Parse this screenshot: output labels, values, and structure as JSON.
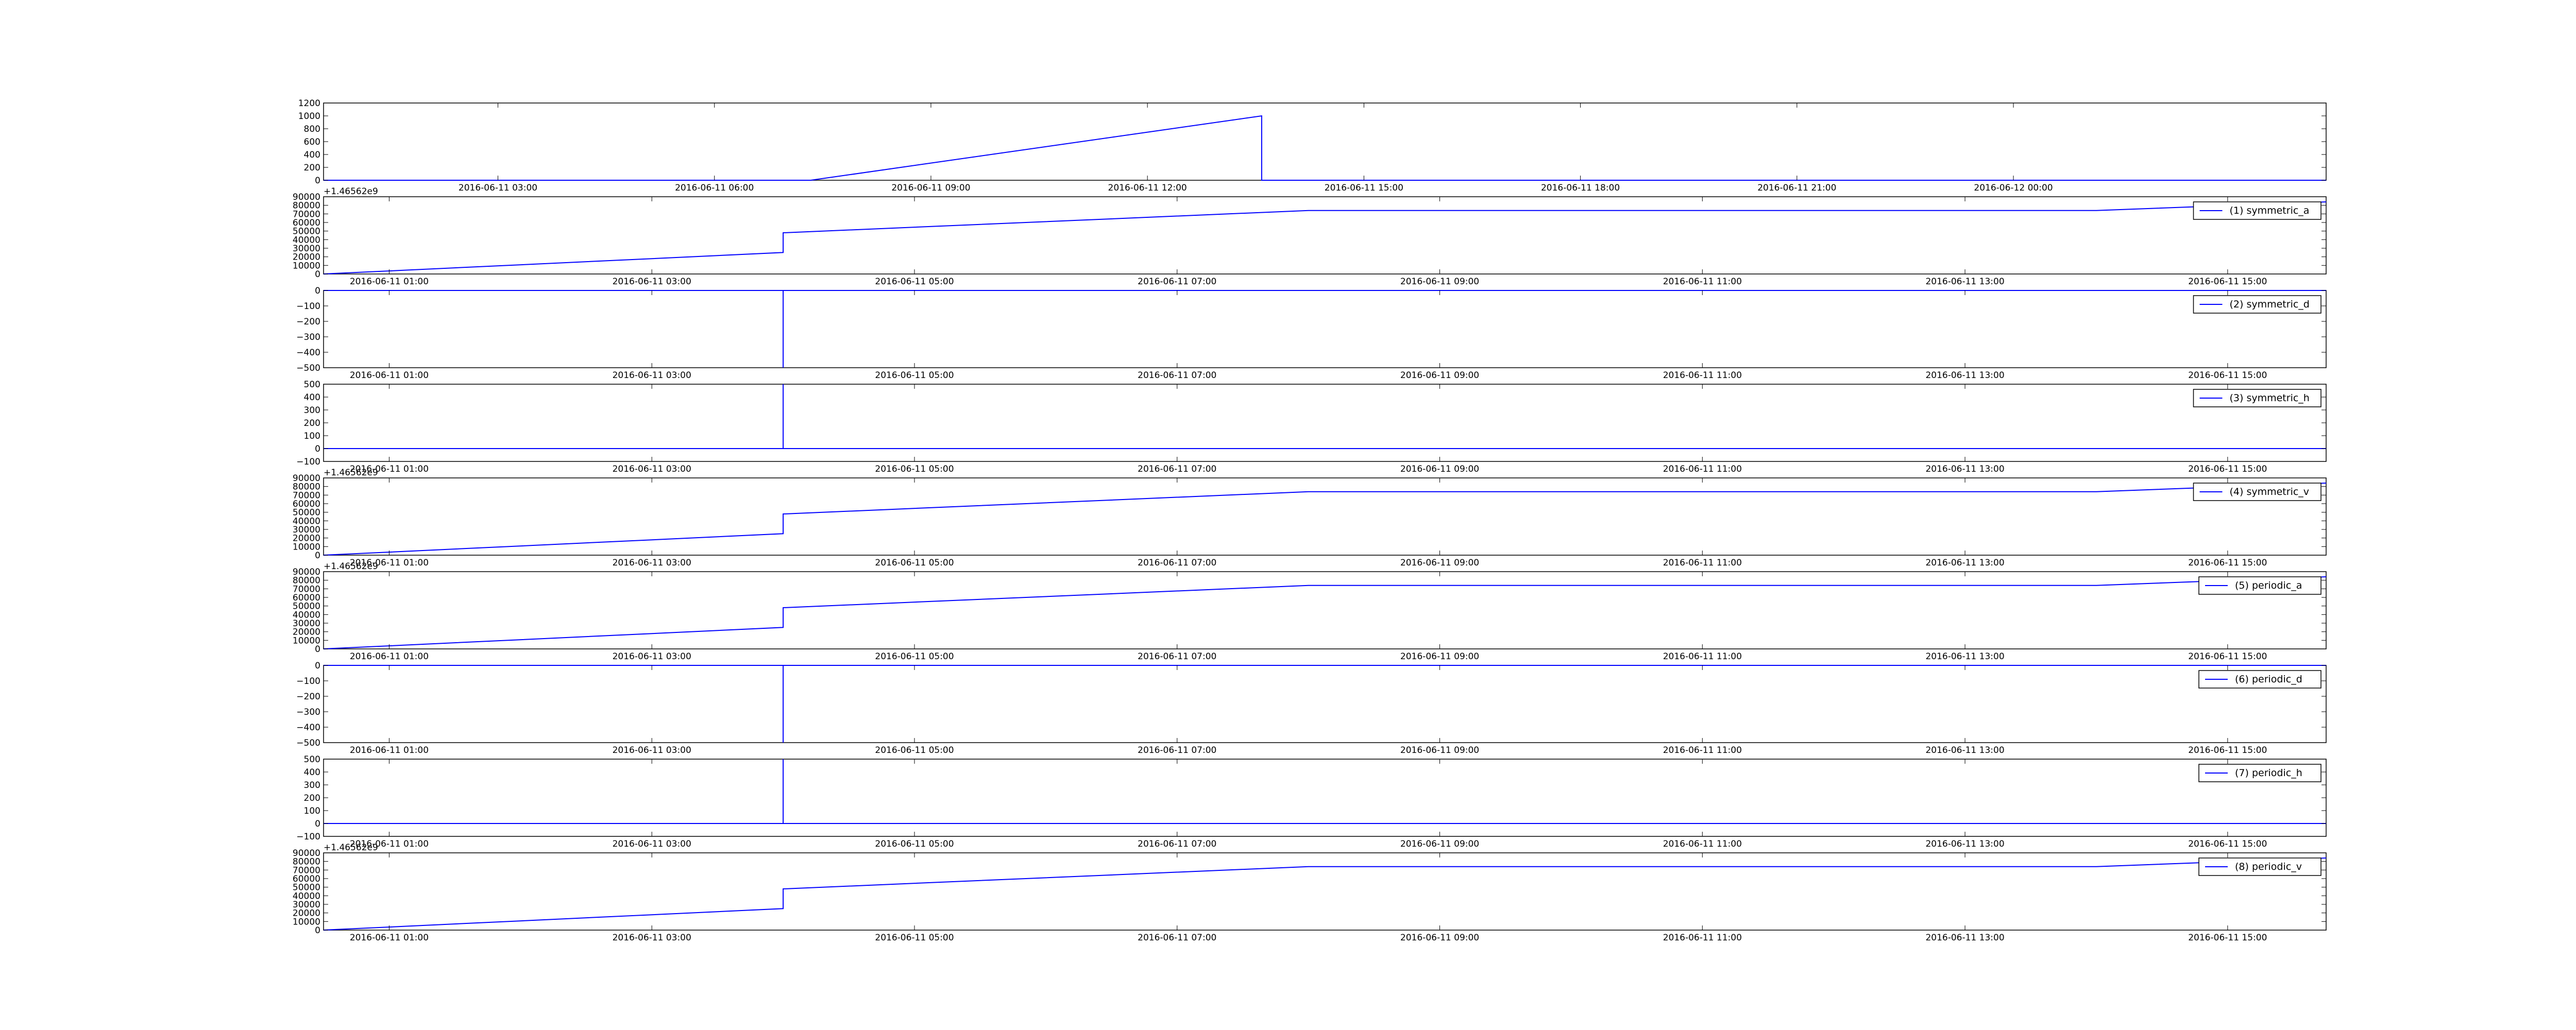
{
  "figure": {
    "background": "#ffffff",
    "axes_color": "#000000",
    "line_color": "#0000ff"
  },
  "chart_data": [
    {
      "type": "line",
      "offset_text": "",
      "x": [
        "2016-06-11 00:35",
        "2016-06-11 07:20",
        "2016-06-11 13:35",
        "2016-06-11 13:35",
        "2016-06-12 04:20"
      ],
      "y": [
        0,
        0,
        1000,
        0,
        0
      ],
      "xlim": [
        "2016-06-11 00:35",
        "2016-06-12 04:20"
      ],
      "ylim": [
        0,
        1200
      ],
      "xticks": [
        "2016-06-11 03:00",
        "2016-06-11 06:00",
        "2016-06-11 09:00",
        "2016-06-11 12:00",
        "2016-06-11 15:00",
        "2016-06-11 18:00",
        "2016-06-11 21:00",
        "2016-06-12 00:00"
      ],
      "yticks": [
        0,
        200,
        400,
        600,
        800,
        1000,
        1200
      ],
      "legend": ""
    },
    {
      "type": "line",
      "offset_text": "+1.46562e9",
      "x": [
        "2016-06-11 00:30",
        "2016-06-11 04:00",
        "2016-06-11 04:00",
        "2016-06-11 08:00",
        "2016-06-11 14:00",
        "2016-06-11 15:45"
      ],
      "y": [
        0,
        25000,
        48000,
        74000,
        74000,
        84000
      ],
      "xlim": [
        "2016-06-11 00:30",
        "2016-06-11 15:45"
      ],
      "ylim": [
        0,
        90000
      ],
      "xticks": [
        "2016-06-11 01:00",
        "2016-06-11 03:00",
        "2016-06-11 05:00",
        "2016-06-11 07:00",
        "2016-06-11 09:00",
        "2016-06-11 11:00",
        "2016-06-11 13:00",
        "2016-06-11 15:00"
      ],
      "yticks": [
        0,
        10000,
        20000,
        30000,
        40000,
        50000,
        60000,
        70000,
        80000,
        90000
      ],
      "legend": "(1) symmetric_a"
    },
    {
      "type": "line",
      "offset_text": "",
      "x": [
        "2016-06-11 00:30",
        "2016-06-11 04:00",
        "2016-06-11 04:00",
        "2016-06-11 04:00",
        "2016-06-11 15:45"
      ],
      "y": [
        0,
        0,
        -500,
        0,
        0
      ],
      "xlim": [
        "2016-06-11 00:30",
        "2016-06-11 15:45"
      ],
      "ylim": [
        -500,
        0
      ],
      "xticks": [
        "2016-06-11 01:00",
        "2016-06-11 03:00",
        "2016-06-11 05:00",
        "2016-06-11 07:00",
        "2016-06-11 09:00",
        "2016-06-11 11:00",
        "2016-06-11 13:00",
        "2016-06-11 15:00"
      ],
      "yticks": [
        -500,
        -400,
        -300,
        -200,
        -100,
        0
      ],
      "legend": "(2) symmetric_d"
    },
    {
      "type": "line",
      "offset_text": "",
      "x": [
        "2016-06-11 00:30",
        "2016-06-11 04:00",
        "2016-06-11 04:00",
        "2016-06-11 04:00",
        "2016-06-11 15:45"
      ],
      "y": [
        0,
        0,
        500,
        0,
        0
      ],
      "xlim": [
        "2016-06-11 00:30",
        "2016-06-11 15:45"
      ],
      "ylim": [
        -100,
        500
      ],
      "xticks": [
        "2016-06-11 01:00",
        "2016-06-11 03:00",
        "2016-06-11 05:00",
        "2016-06-11 07:00",
        "2016-06-11 09:00",
        "2016-06-11 11:00",
        "2016-06-11 13:00",
        "2016-06-11 15:00"
      ],
      "yticks": [
        -100,
        0,
        100,
        200,
        300,
        400,
        500
      ],
      "legend": "(3) symmetric_h"
    },
    {
      "type": "line",
      "offset_text": "+1.46562e9",
      "x": [
        "2016-06-11 00:30",
        "2016-06-11 04:00",
        "2016-06-11 04:00",
        "2016-06-11 08:00",
        "2016-06-11 14:00",
        "2016-06-11 15:45"
      ],
      "y": [
        0,
        25000,
        48000,
        74000,
        74000,
        84000
      ],
      "xlim": [
        "2016-06-11 00:30",
        "2016-06-11 15:45"
      ],
      "ylim": [
        0,
        90000
      ],
      "xticks": [
        "2016-06-11 01:00",
        "2016-06-11 03:00",
        "2016-06-11 05:00",
        "2016-06-11 07:00",
        "2016-06-11 09:00",
        "2016-06-11 11:00",
        "2016-06-11 13:00",
        "2016-06-11 15:00"
      ],
      "yticks": [
        0,
        10000,
        20000,
        30000,
        40000,
        50000,
        60000,
        70000,
        80000,
        90000
      ],
      "legend": "(4) symmetric_v"
    },
    {
      "type": "line",
      "offset_text": "+1.46562e9",
      "x": [
        "2016-06-11 00:30",
        "2016-06-11 04:00",
        "2016-06-11 04:00",
        "2016-06-11 08:00",
        "2016-06-11 14:00",
        "2016-06-11 15:45"
      ],
      "y": [
        0,
        25000,
        48000,
        74000,
        74000,
        84000
      ],
      "xlim": [
        "2016-06-11 00:30",
        "2016-06-11 15:45"
      ],
      "ylim": [
        0,
        90000
      ],
      "xticks": [
        "2016-06-11 01:00",
        "2016-06-11 03:00",
        "2016-06-11 05:00",
        "2016-06-11 07:00",
        "2016-06-11 09:00",
        "2016-06-11 11:00",
        "2016-06-11 13:00",
        "2016-06-11 15:00"
      ],
      "yticks": [
        0,
        10000,
        20000,
        30000,
        40000,
        50000,
        60000,
        70000,
        80000,
        90000
      ],
      "legend": "(5) periodic_a"
    },
    {
      "type": "line",
      "offset_text": "",
      "x": [
        "2016-06-11 00:30",
        "2016-06-11 04:00",
        "2016-06-11 04:00",
        "2016-06-11 04:00",
        "2016-06-11 15:45"
      ],
      "y": [
        0,
        0,
        -500,
        0,
        0
      ],
      "xlim": [
        "2016-06-11 00:30",
        "2016-06-11 15:45"
      ],
      "ylim": [
        -500,
        0
      ],
      "xticks": [
        "2016-06-11 01:00",
        "2016-06-11 03:00",
        "2016-06-11 05:00",
        "2016-06-11 07:00",
        "2016-06-11 09:00",
        "2016-06-11 11:00",
        "2016-06-11 13:00",
        "2016-06-11 15:00"
      ],
      "yticks": [
        -500,
        -400,
        -300,
        -200,
        -100,
        0
      ],
      "legend": "(6) periodic_d"
    },
    {
      "type": "line",
      "offset_text": "",
      "x": [
        "2016-06-11 00:30",
        "2016-06-11 04:00",
        "2016-06-11 04:00",
        "2016-06-11 04:00",
        "2016-06-11 15:45"
      ],
      "y": [
        0,
        0,
        500,
        0,
        0
      ],
      "xlim": [
        "2016-06-11 00:30",
        "2016-06-11 15:45"
      ],
      "ylim": [
        -100,
        500
      ],
      "xticks": [
        "2016-06-11 01:00",
        "2016-06-11 03:00",
        "2016-06-11 05:00",
        "2016-06-11 07:00",
        "2016-06-11 09:00",
        "2016-06-11 11:00",
        "2016-06-11 13:00",
        "2016-06-11 15:00"
      ],
      "yticks": [
        -100,
        0,
        100,
        200,
        300,
        400,
        500
      ],
      "legend": "(7) periodic_h"
    },
    {
      "type": "line",
      "offset_text": "+1.46562e9",
      "x": [
        "2016-06-11 00:30",
        "2016-06-11 04:00",
        "2016-06-11 04:00",
        "2016-06-11 08:00",
        "2016-06-11 14:00",
        "2016-06-11 15:45"
      ],
      "y": [
        0,
        25000,
        48000,
        74000,
        74000,
        84000
      ],
      "xlim": [
        "2016-06-11 00:30",
        "2016-06-11 15:45"
      ],
      "ylim": [
        0,
        90000
      ],
      "xticks": [
        "2016-06-11 01:00",
        "2016-06-11 03:00",
        "2016-06-11 05:00",
        "2016-06-11 07:00",
        "2016-06-11 09:00",
        "2016-06-11 11:00",
        "2016-06-11 13:00",
        "2016-06-11 15:00"
      ],
      "yticks": [
        0,
        10000,
        20000,
        30000,
        40000,
        50000,
        60000,
        70000,
        80000,
        90000
      ],
      "legend": "(8) periodic_v"
    }
  ]
}
